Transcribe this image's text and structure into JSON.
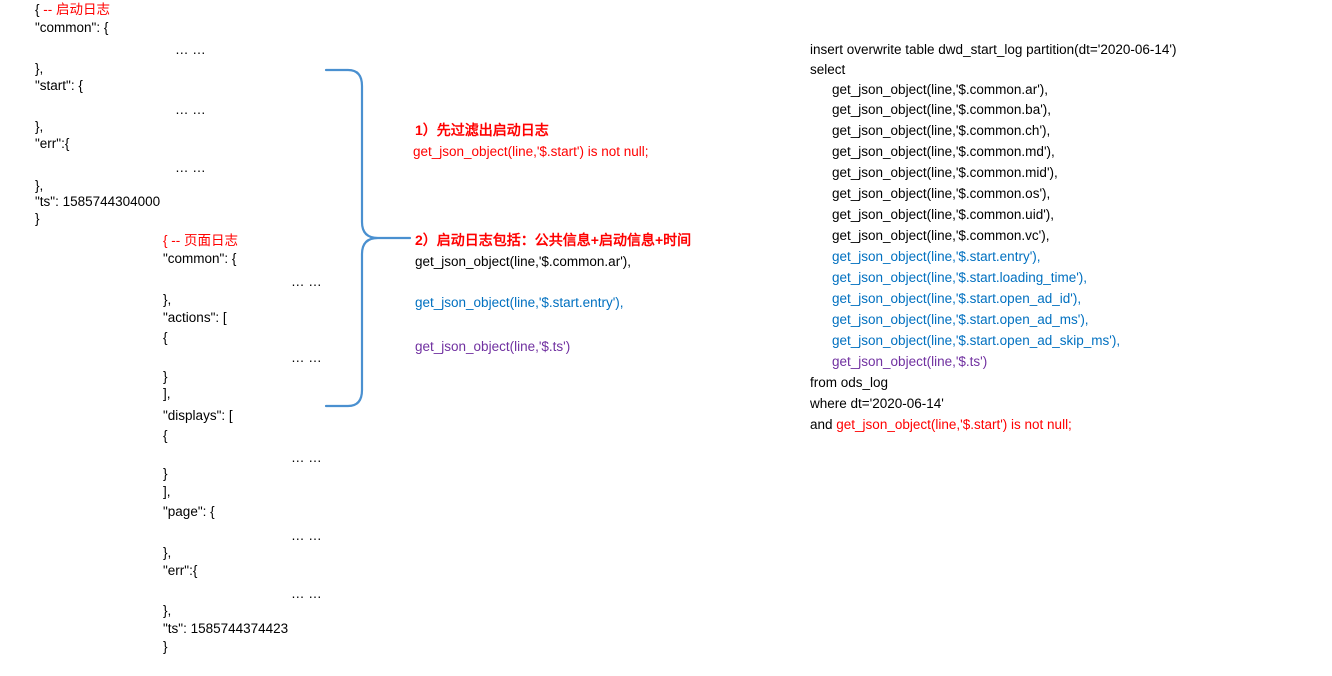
{
  "colors": {
    "red": "#ff0000",
    "blue": "#0070c0",
    "purple": "#7030a0",
    "brace": "#4a90d0"
  },
  "start_log_json": {
    "open_brace": "{",
    "comment": " -- 启动日志",
    "common_key": "\"common\": {",
    "common_ellipsis": "… …",
    "common_close": "},",
    "start_key": "\"start\": {",
    "start_ellipsis": "… …",
    "start_close": "},",
    "err_key": "\"err\":{",
    "err_ellipsis": "… …",
    "err_close": "},",
    "ts_line": "\"ts\": 1585744304000",
    "close": "}"
  },
  "page_log_json": {
    "open_brace": "{",
    "comment": " -- 页面日志",
    "common_key": "\"common\": {",
    "common_ellipsis": "… …",
    "common_close": "},",
    "actions_key": "\"actions\": [",
    "actions_obj_open": "{",
    "actions_ellipsis": "… …",
    "actions_obj_close": "}",
    "actions_close": "],",
    "displays_key": "\"displays\": [",
    "displays_obj_open": "{",
    "displays_ellipsis": "… …",
    "displays_obj_close": "}",
    "displays_close": "],",
    "page_key": "\"page\": {",
    "page_ellipsis": "… …",
    "page_close": "},",
    "err_key": "\"err\":{",
    "err_ellipsis": "… …",
    "err_close": "},",
    "ts_line": "\"ts\": 1585744374423",
    "close": "}"
  },
  "annotations": {
    "step1_title": "1）先过滤出启动日志",
    "step1_code": "get_json_object(line,'$.start') is not null;",
    "step2_title": "2）启动日志包括：公共信息+启动信息+时间",
    "step2_common": "get_json_object(line,'$.common.ar'),",
    "step2_start": "get_json_object(line,'$.start.entry'),",
    "step2_ts": "get_json_object(line,'$.ts')"
  },
  "sql": {
    "line1": "insert overwrite table dwd_start_log partition(dt='2020-06-14')",
    "line2": "select",
    "common_fields": [
      "get_json_object(line,'$.common.ar'),",
      "get_json_object(line,'$.common.ba'),",
      "get_json_object(line,'$.common.ch'),",
      "get_json_object(line,'$.common.md'),",
      "get_json_object(line,'$.common.mid'),",
      "get_json_object(line,'$.common.os'),",
      "get_json_object(line,'$.common.uid'),",
      "get_json_object(line,'$.common.vc'),"
    ],
    "start_fields": [
      "get_json_object(line,'$.start.entry'),",
      "get_json_object(line,'$.start.loading_time'),",
      "get_json_object(line,'$.start.open_ad_id'),",
      "get_json_object(line,'$.start.open_ad_ms'),",
      "get_json_object(line,'$.start.open_ad_skip_ms'),"
    ],
    "ts_field": "get_json_object(line,'$.ts')",
    "from_line": "from ods_log",
    "where_line": "where dt='2020-06-14'",
    "and_prefix": "and ",
    "and_condition": "get_json_object(line,'$.start') is not null;"
  }
}
